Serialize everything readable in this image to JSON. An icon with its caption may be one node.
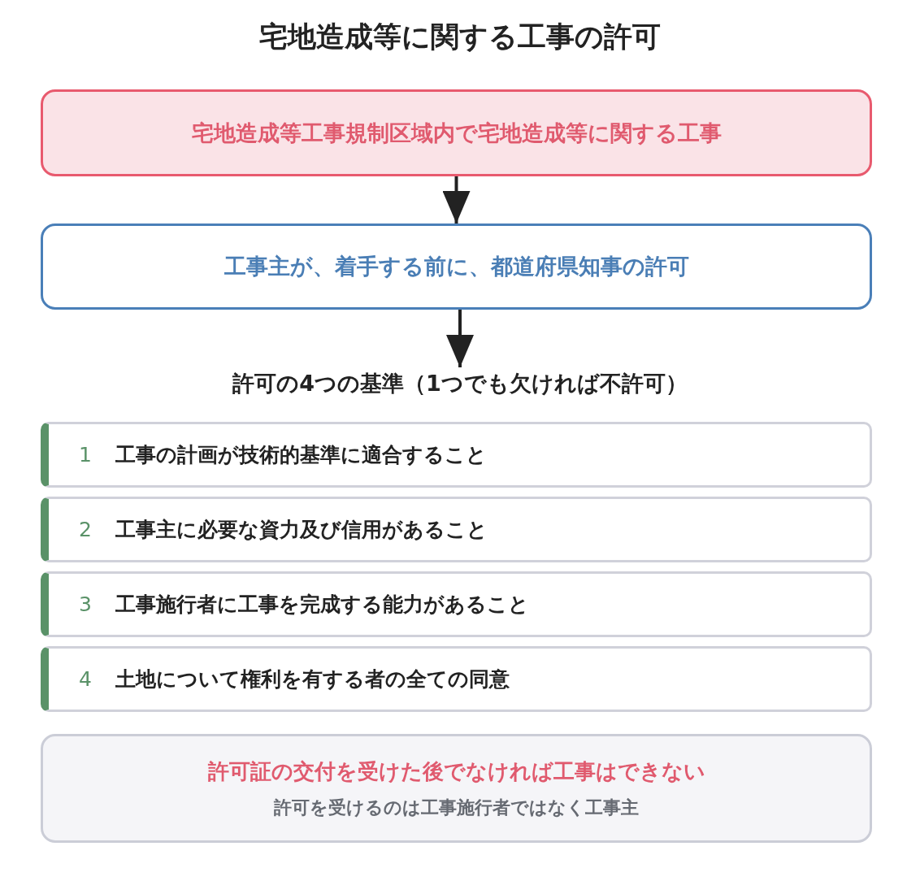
{
  "diagram": {
    "title": "宅地造成等に関する工事の許可",
    "nodes": [
      {
        "text": [
          "宅地造成等工事規制区域内で宅地造成等に関する工事"
        ]
      },
      {
        "text": [
          "工事主が、着手する前に、都道府県知事の許可"
        ]
      },
      {
        "text": [
          "許可の4つの基準（1つでも欠ければ不許可）"
        ]
      },
      {
        "text": [
          "1",
          "工事の計画が技術的基準に適合すること"
        ]
      },
      {
        "text": [
          "2",
          "工事主に必要な資力及び信用があること"
        ]
      },
      {
        "text": [
          "3",
          "工事施行者に工事を完成する能力があること"
        ]
      },
      {
        "text": [
          "4",
          "土地について権利を有する者の全ての同意"
        ]
      },
      {
        "text": [
          "許可証の交付を受けた後でなければ工事はできない",
          "許可を受けるのは工事施行者ではなく工事主"
        ]
      }
    ],
    "edges": [
      {
        "from": 0,
        "to": 1,
        "arrow": "to"
      },
      {
        "from": 1,
        "to": 2,
        "arrow": "to"
      }
    ]
  }
}
